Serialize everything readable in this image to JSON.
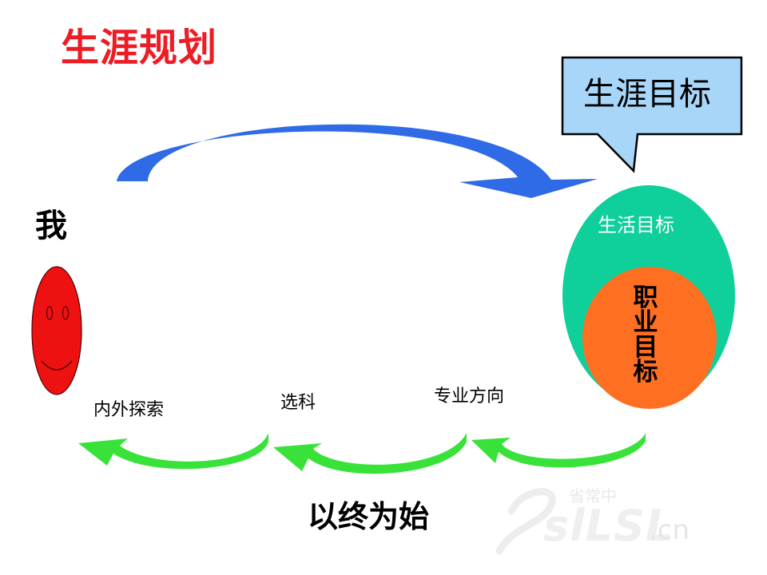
{
  "title": "生涯规划",
  "callout": {
    "text": "生涯目标"
  },
  "me_label": "我",
  "goals": {
    "life": "生活目标",
    "career": "职业目标"
  },
  "steps": [
    "内外探索",
    "选科",
    "专业方向"
  ],
  "motto": "以终为始",
  "watermark": {
    "top": "省常中",
    "brand": "slLSL",
    "domain": ".cn"
  },
  "colors": {
    "title": "#ee1c25",
    "blue_arrow": "#2f6be6",
    "callout_fill": "#a8d6f8",
    "life_goal": "#0fcf9a",
    "career_goal": "#ff6f22",
    "face": "#ee1111",
    "green_arrows": "#39e239"
  }
}
